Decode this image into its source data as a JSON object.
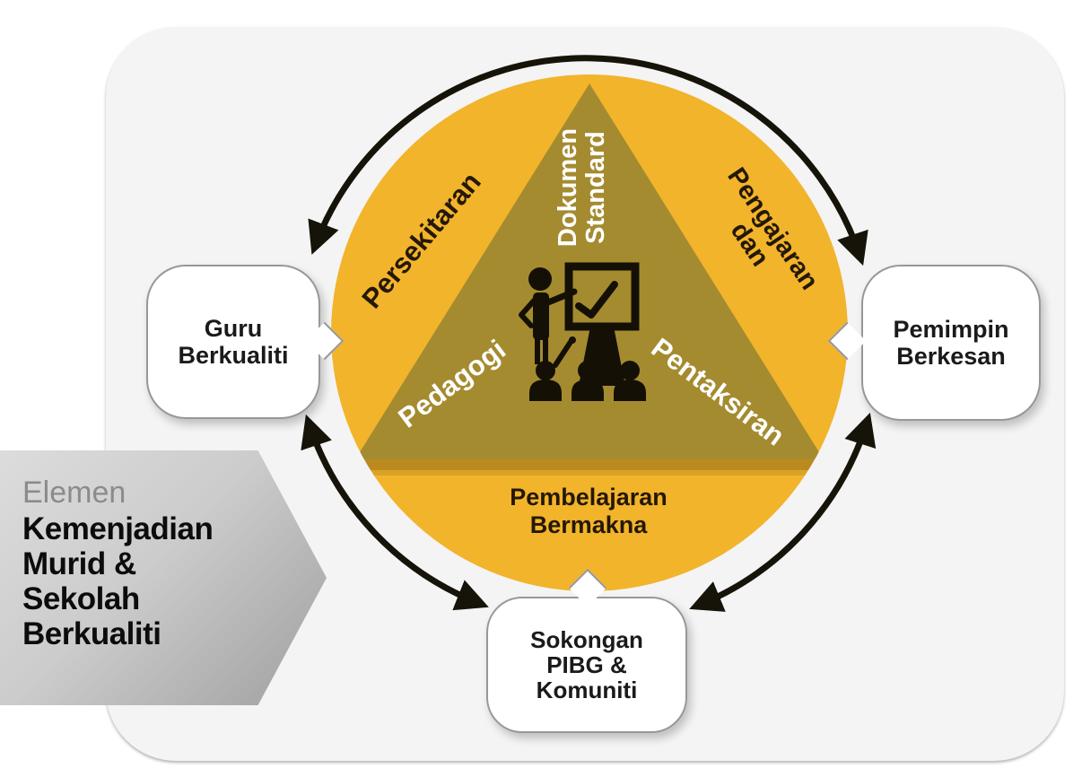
{
  "banner": {
    "eyebrow": "Elemen",
    "lines": [
      "Kemenjadian",
      "Murid &",
      "Sekolah",
      "Berkualiti"
    ]
  },
  "circle": {
    "left_label": "Persekitaran",
    "right_label_lines": [
      "Pengajaran",
      "dan"
    ],
    "bottom_label_lines": [
      "Pembelajaran",
      "Bermakna"
    ]
  },
  "triangle": {
    "top_label_lines": [
      "Dokumen",
      "Standard"
    ],
    "left_label": "Pedagogi",
    "right_label": "Pentaksiran"
  },
  "callouts": {
    "left_lines": [
      "Guru",
      "Berkualiti"
    ],
    "right_lines": [
      "Pemimpin",
      "Berkesan"
    ],
    "bottom_lines": [
      "Sokongan",
      "PIBG &",
      "Komuniti"
    ]
  },
  "icons": {
    "center": "classroom-teacher-icon"
  },
  "colors": {
    "circle": "#F2B42B",
    "triangle": "#A48B30",
    "arrow": "#161309",
    "icon": "#151005"
  }
}
